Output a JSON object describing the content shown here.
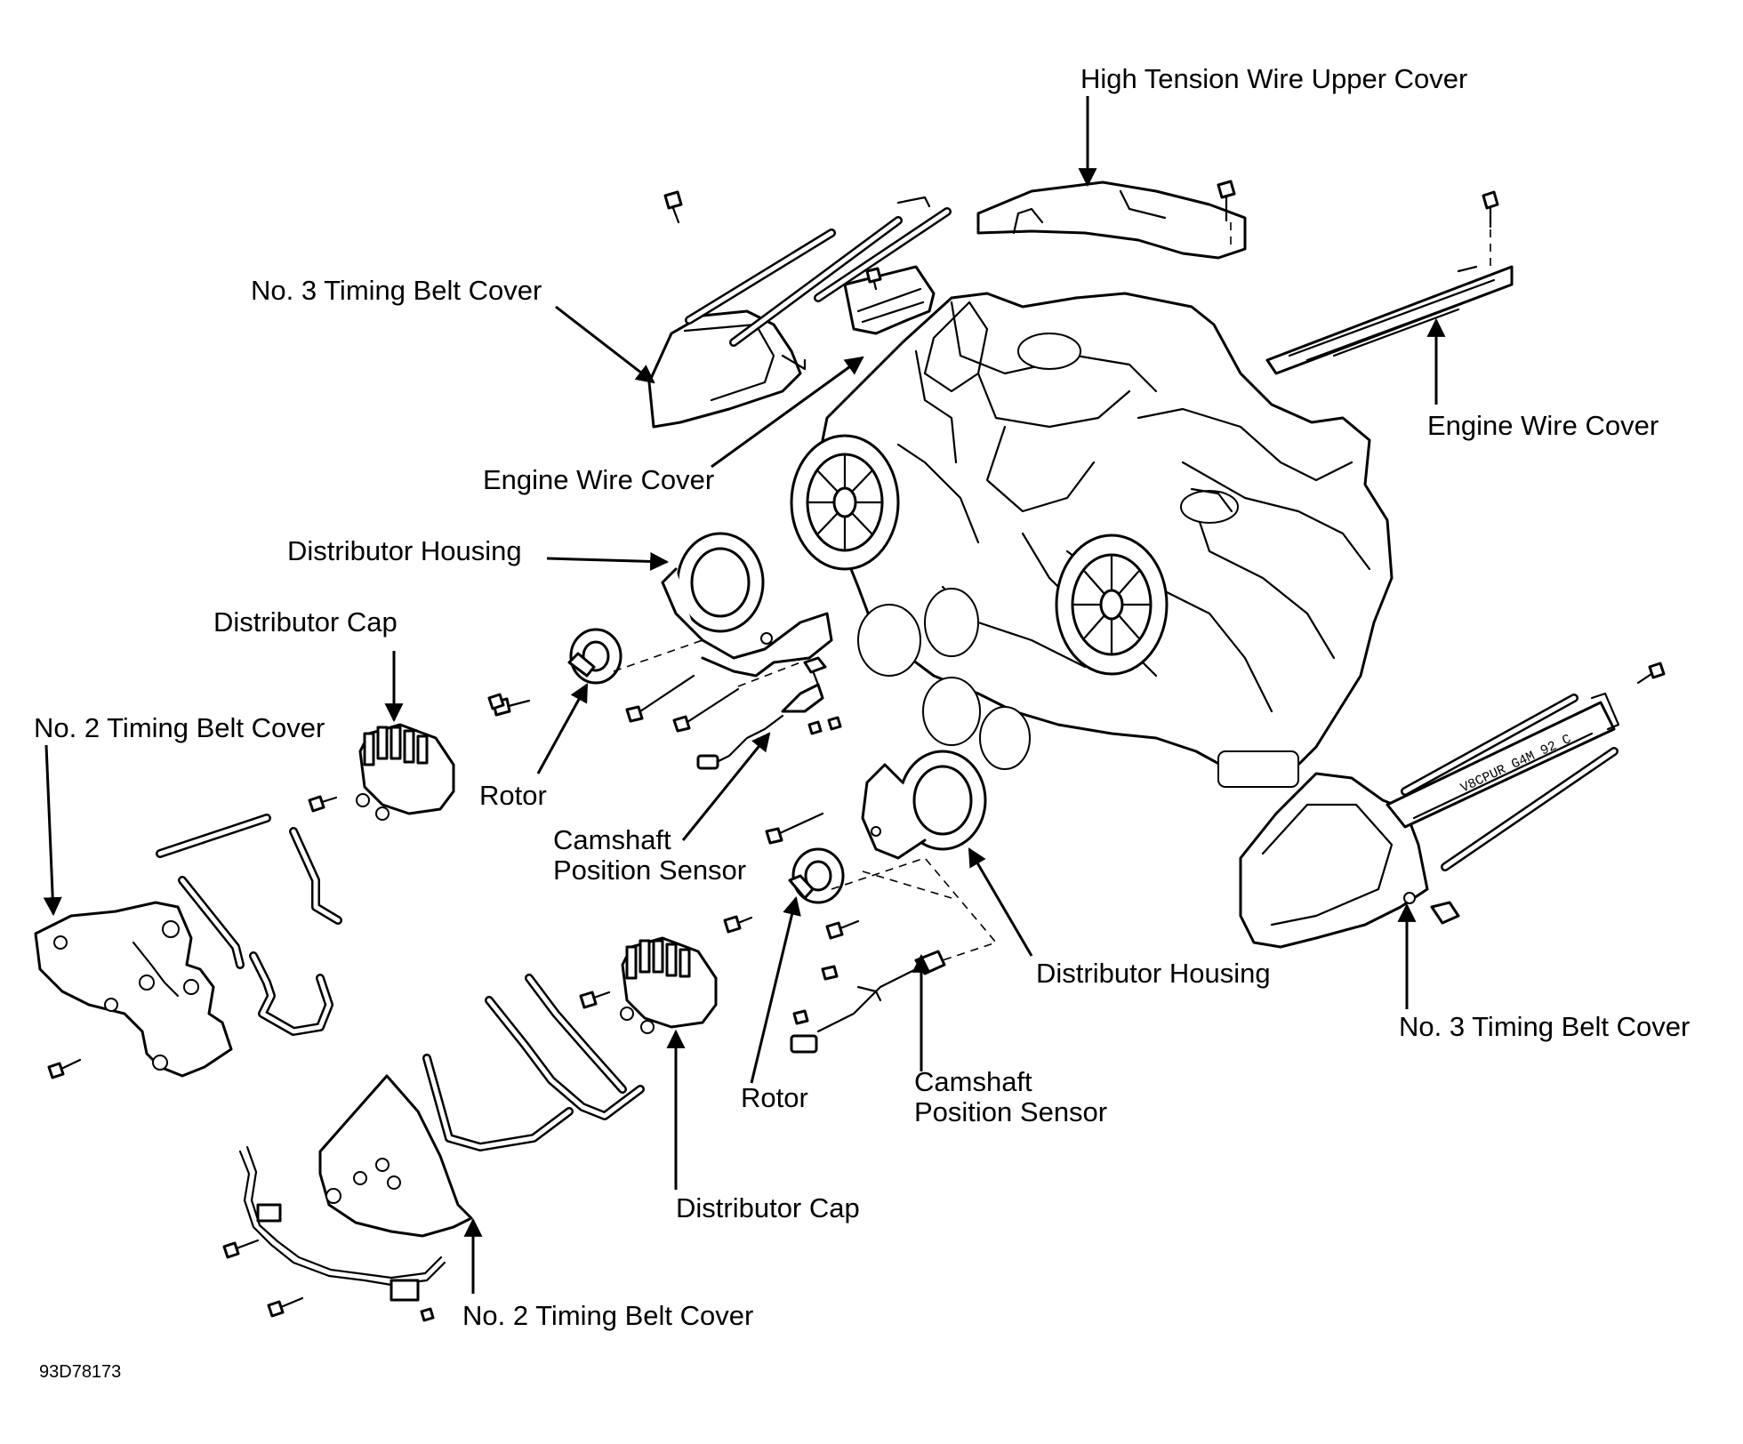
{
  "colors": {
    "ink": "#000000",
    "paper": "#ffffff"
  },
  "figure_code": "93D78173",
  "labels": {
    "high_tension_wire_upper_cover": "High Tension Wire Upper Cover",
    "no3_timing_belt_cover_left": "No. 3 Timing Belt Cover",
    "engine_wire_cover_right": "Engine Wire Cover",
    "engine_wire_cover_left": "Engine Wire Cover",
    "distributor_housing_upper": "Distributor Housing",
    "distributor_cap_upper": "Distributor Cap",
    "no2_timing_belt_cover_left": "No. 2 Timing Belt Cover",
    "rotor_upper": "Rotor",
    "camshaft_position_sensor_upper_line1": "Camshaft",
    "camshaft_position_sensor_upper_line2": "Position Sensor",
    "distributor_housing_lower": "Distributor Housing",
    "no3_timing_belt_cover_right": "No. 3 Timing Belt Cover",
    "camshaft_position_sensor_lower_line1": "Camshaft",
    "camshaft_position_sensor_lower_line2": "Position Sensor",
    "rotor_lower": "Rotor",
    "distributor_cap_lower": "Distributor Cap",
    "no2_timing_belt_cover_bottom": "No. 2 Timing Belt Cover"
  },
  "cover_marking": "V8CPUR G4M 92 C"
}
